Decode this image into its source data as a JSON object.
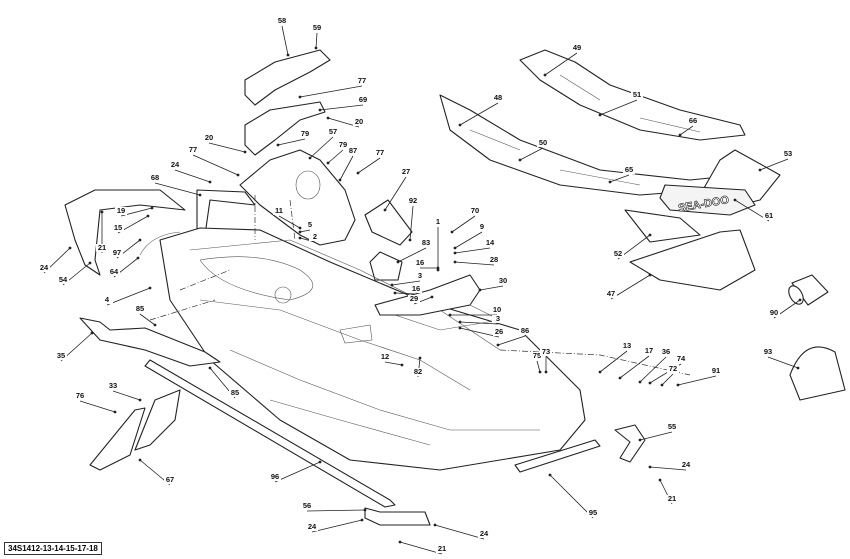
{
  "diagram": {
    "reference_code": "34S1412-13-14-15-17-18",
    "logo_text": "SEA-DOO",
    "callouts": [
      "58",
      "59",
      "77",
      "69",
      "20",
      "20",
      "79",
      "57",
      "79",
      "87",
      "77",
      "77",
      "24",
      "68",
      "27",
      "92",
      "19",
      "15",
      "11",
      "5",
      "2",
      "21",
      "97",
      "24",
      "54",
      "64",
      "83",
      "1",
      "70",
      "9",
      "14",
      "28",
      "16",
      "3",
      "16",
      "30",
      "29",
      "10",
      "3",
      "26",
      "86",
      "4",
      "85",
      "35",
      "85",
      "12",
      "82",
      "75",
      "73",
      "13",
      "17",
      "36",
      "74",
      "72",
      "91",
      "33",
      "76",
      "67",
      "96",
      "95",
      "55",
      "24",
      "21",
      "56",
      "24",
      "24",
      "21",
      "49",
      "48",
      "51",
      "66",
      "50",
      "65",
      "53",
      "61",
      "52",
      "47",
      "90",
      "93"
    ]
  }
}
